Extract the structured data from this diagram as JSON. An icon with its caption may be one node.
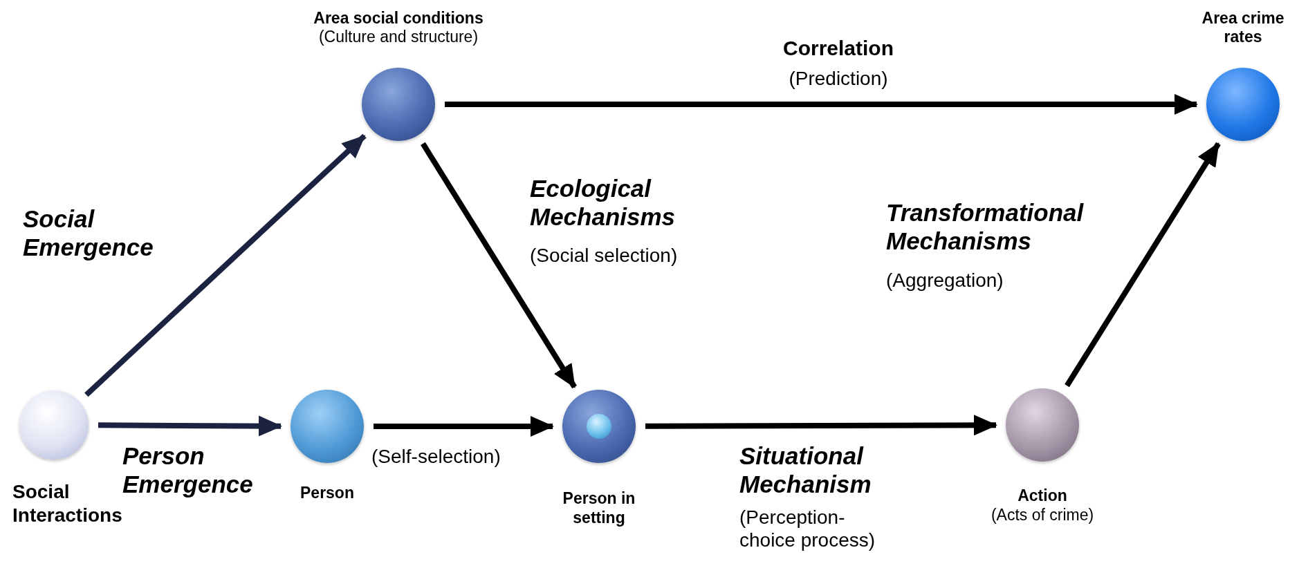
{
  "diagram": {
    "nodes": [
      {
        "text": [
          "Social Interactions"
        ]
      },
      {
        "text": [
          "Person"
        ]
      },
      {
        "text": [
          "Area social conditions",
          "(Culture and structure)"
        ]
      },
      {
        "text": [
          "Person in setting"
        ]
      },
      {
        "text": [
          "Action",
          "(Acts of crime)"
        ]
      },
      {
        "text": [
          "Area crime rates"
        ]
      }
    ],
    "edges": [
      {
        "from": 0,
        "to": 2,
        "arrow": "to",
        "color": "#1c2340"
      },
      {
        "from": 0,
        "to": 1,
        "arrow": "to",
        "color": "#1c2340"
      },
      {
        "from": 2,
        "to": 5,
        "arrow": "to"
      },
      {
        "from": 2,
        "to": 3,
        "arrow": "to"
      },
      {
        "from": 1,
        "to": 3,
        "arrow": "to"
      },
      {
        "from": 3,
        "to": 4,
        "arrow": "to"
      },
      {
        "from": 4,
        "to": 5,
        "arrow": "to"
      }
    ],
    "labels": [
      "Correlation",
      "(Prediction)",
      "Ecological Mechanisms",
      "(Social selection)",
      "Social Emergence",
      "Transformational Mechanisms",
      "(Aggregation)",
      "(Self-selection)",
      "Person Emergence",
      "Situational Mechanism",
      "(Perception-choice process)"
    ]
  }
}
